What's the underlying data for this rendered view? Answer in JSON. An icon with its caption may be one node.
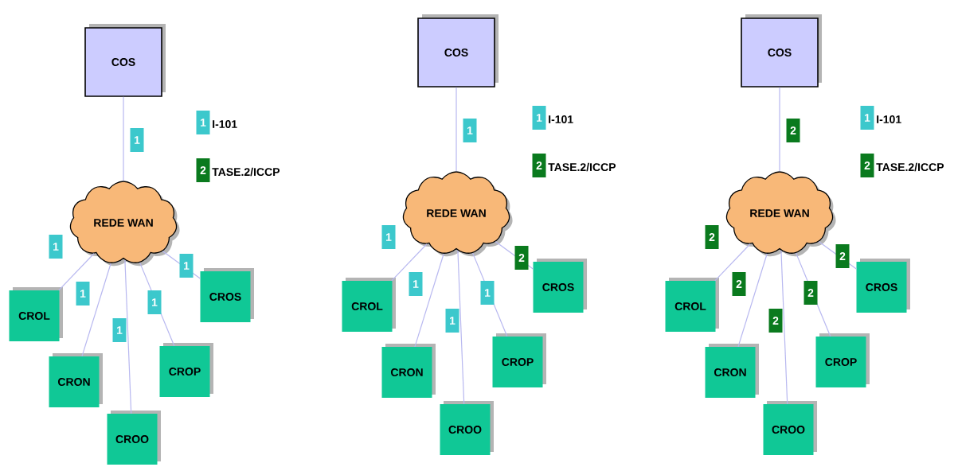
{
  "diagram": {
    "nodes": [
      {
        "text": [
          "COS"
        ]
      },
      {
        "text": [
          "REDE WAN"
        ]
      },
      {
        "text": [
          "CROL"
        ]
      },
      {
        "text": [
          "CRON"
        ]
      },
      {
        "text": [
          "CROO"
        ]
      },
      {
        "text": [
          "CROP"
        ]
      },
      {
        "text": [
          "CROS"
        ]
      },
      {
        "text": [
          "COS"
        ]
      },
      {
        "text": [
          "REDE WAN"
        ]
      },
      {
        "text": [
          "CROL"
        ]
      },
      {
        "text": [
          "CRON"
        ]
      },
      {
        "text": [
          "CROO"
        ]
      },
      {
        "text": [
          "CROP"
        ]
      },
      {
        "text": [
          "CROS"
        ]
      },
      {
        "text": [
          "COS"
        ]
      },
      {
        "text": [
          "REDE WAN"
        ]
      },
      {
        "text": [
          "CROL"
        ]
      },
      {
        "text": [
          "CRON"
        ]
      },
      {
        "text": [
          "CROO"
        ]
      },
      {
        "text": [
          "CROP"
        ]
      },
      {
        "text": [
          "CROS"
        ]
      }
    ],
    "edges": [
      {
        "from": 0,
        "to": 1,
        "arrow": "none",
        "label": "1"
      },
      {
        "from": 1,
        "to": 2,
        "arrow": "none",
        "label": "1"
      },
      {
        "from": 1,
        "to": 3,
        "arrow": "none",
        "label": "1"
      },
      {
        "from": 1,
        "to": 4,
        "arrow": "none",
        "label": "1"
      },
      {
        "from": 1,
        "to": 5,
        "arrow": "none",
        "label": "1"
      },
      {
        "from": 1,
        "to": 6,
        "arrow": "none",
        "label": "1"
      },
      {
        "from": 7,
        "to": 8,
        "arrow": "none",
        "label": "1"
      },
      {
        "from": 8,
        "to": 9,
        "arrow": "none",
        "label": "1"
      },
      {
        "from": 8,
        "to": 10,
        "arrow": "none",
        "label": "1"
      },
      {
        "from": 8,
        "to": 11,
        "arrow": "none",
        "label": "1"
      },
      {
        "from": 8,
        "to": 12,
        "arrow": "none",
        "label": "1"
      },
      {
        "from": 8,
        "to": 13,
        "arrow": "none",
        "label": "2"
      },
      {
        "from": 14,
        "to": 15,
        "arrow": "none",
        "label": "2"
      },
      {
        "from": 15,
        "to": 16,
        "arrow": "none",
        "label": "2"
      },
      {
        "from": 15,
        "to": 17,
        "arrow": "none",
        "label": "2"
      },
      {
        "from": 15,
        "to": 18,
        "arrow": "none",
        "label": "2"
      },
      {
        "from": 15,
        "to": 19,
        "arrow": "none",
        "label": "2"
      },
      {
        "from": 15,
        "to": 20,
        "arrow": "none",
        "label": "2"
      }
    ],
    "labels": [
      "1",
      "2",
      "1",
      "2",
      "1",
      "2"
    ],
    "legend": [
      {
        "text": "I-101",
        "color": "#3cc8cc"
      },
      {
        "text": "TASE.2/ICCP",
        "color": "#0a7a1e"
      },
      {
        "text": "I-101",
        "color": "#3cc8cc"
      },
      {
        "text": "TASE.2/ICCP",
        "color": "#0a7a1e"
      },
      {
        "text": "I-101",
        "color": "#3cc8cc"
      },
      {
        "text": "TASE.2/ICCP",
        "color": "#0a7a1e"
      }
    ]
  }
}
